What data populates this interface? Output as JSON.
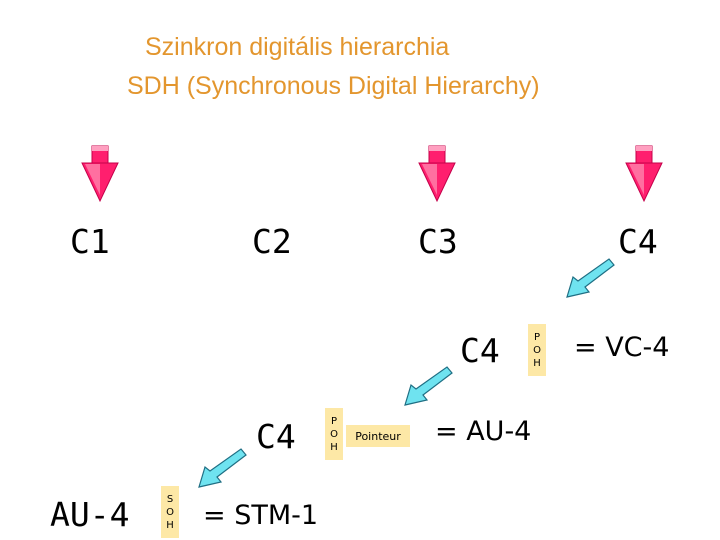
{
  "title": {
    "line1": "Szinkron digitális hierarchia",
    "line2": "SDH (Synchronous Digital Hierarchy)"
  },
  "containers": {
    "c1": "C1",
    "c2": "C2",
    "c3": "C3",
    "c4": "C4"
  },
  "vc4": {
    "container": "C4",
    "poh": [
      "P",
      "O",
      "H"
    ],
    "equals": "= VC-4"
  },
  "au4": {
    "container": "C4",
    "poh": [
      "P",
      "O",
      "H"
    ],
    "pointer": "Pointeur",
    "equals": "= AU-4"
  },
  "stm1": {
    "container": "AU-4",
    "soh": [
      "S",
      "O",
      "H"
    ],
    "equals": "= STM-1"
  },
  "colors": {
    "title": "#e3962e",
    "down_arrow": "#ff1f6e",
    "diag_arrow": "#6fe3f0",
    "overhead_fill": "#fde8a6"
  },
  "icons": [
    "down-arrow-icon",
    "diagonal-arrow-icon"
  ]
}
